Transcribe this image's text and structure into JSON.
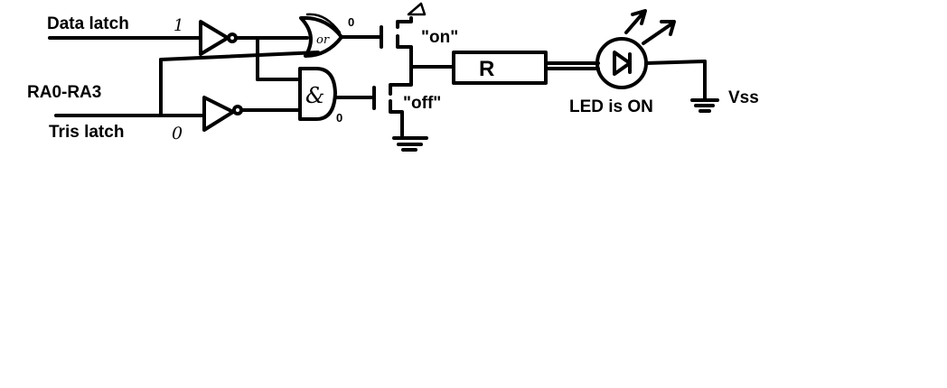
{
  "labels": {
    "data_latch": "Data latch",
    "ra": "RA0-RA3",
    "tris_latch": "Tris latch",
    "data_value": "1",
    "tris_value": "0",
    "or_gate": "or",
    "and_gate": "&",
    "or_output": "0",
    "and_output": "0",
    "on": "\"on\"",
    "off": "\"off\"",
    "resistor": "R",
    "led_status": "LED is ON",
    "vss": "Vss"
  }
}
